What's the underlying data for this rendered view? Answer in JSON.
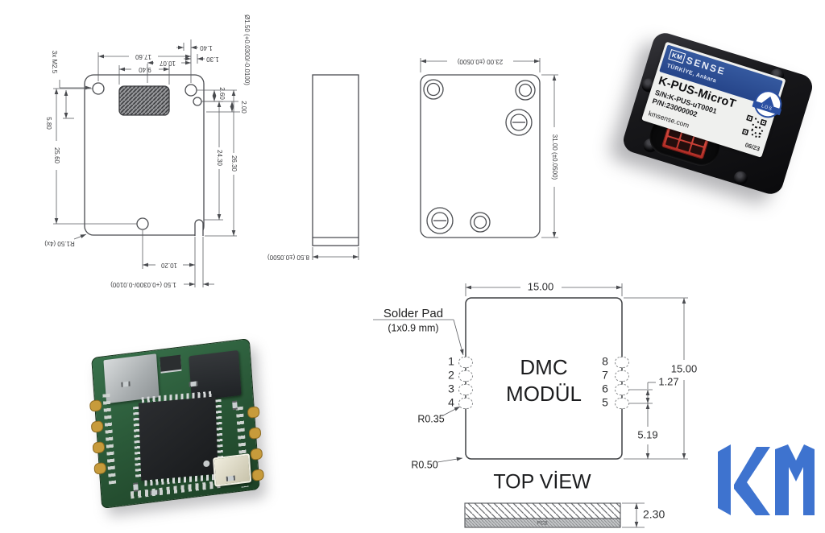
{
  "front_view": {
    "dim_17_60": "17.60",
    "dim_10_07": "10.07",
    "dim_9_40": "9.40",
    "dim_1_40": "1.40",
    "dim_1_30": "1.30",
    "dim_2_60": "2.60",
    "dim_2_00": "2.00",
    "hole_note": "Ø1.50 (+0.0300/-0.0100)",
    "thread_note": "3x M2.5",
    "dim_5_80": "5.80",
    "dim_25_60": "25.60",
    "dim_24_30": "24.30",
    "dim_26_30": "26.30",
    "dim_10_20": "10.20",
    "slot_note": "1.50 (+0.0300/-0.0100)",
    "corner_note": "R1.50 (4x)"
  },
  "side_view": {
    "dim_depth": "8.50 (±0.0500)"
  },
  "back_view": {
    "dim_width": "23.00 (±0.0500)",
    "dim_height": "31.00 (±0.0500)"
  },
  "product_photo": {
    "brand_km": "KM",
    "brand_sense": "SENSE",
    "subtitle": "TÜRKİYE, Ankara",
    "model": "K-PUS-MicroT",
    "serial": "S/N:K-PUS-uT0001",
    "part_number": "P/N:23000002",
    "website": "kmsense.com",
    "date_code": "06/23",
    "badge": "LOS"
  },
  "dmc_drawing": {
    "callout_title": "Solder Pad",
    "callout_size": "(1x0.9 mm)",
    "pins_left": [
      "1",
      "2",
      "3",
      "4"
    ],
    "pins_right": [
      "8",
      "7",
      "6",
      "5"
    ],
    "module_line1": "DMC",
    "module_line2": "MODÜL",
    "dim_width": "15.00",
    "dim_height": "15.00",
    "dim_pitch": "1.27",
    "dim_pin5": "5.19",
    "pad_radius": "R0.35",
    "corner_radius": "R0.50",
    "view_title": "TOP VİEW",
    "pcb_label": "PCB",
    "dim_thickness": "2.30"
  },
  "km_logo": {
    "text": "KM",
    "color": "#3e73cf"
  }
}
